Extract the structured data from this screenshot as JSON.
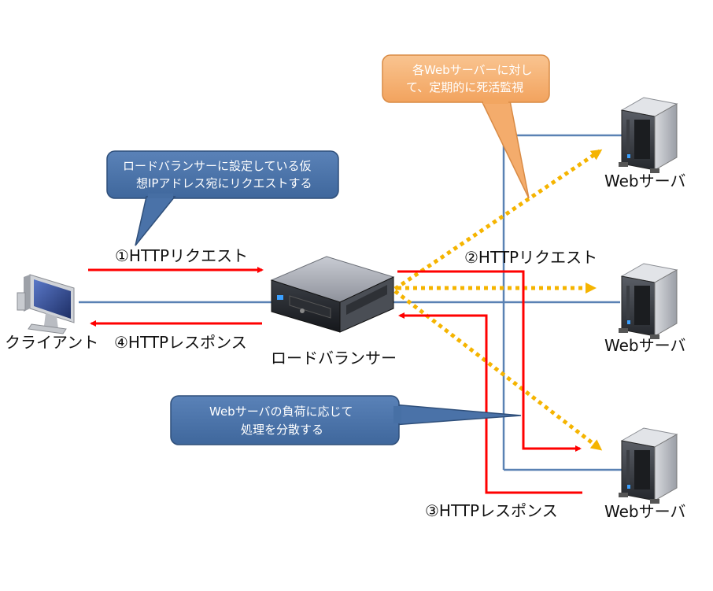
{
  "labels": {
    "client": "クライアント",
    "load_balancer": "ロードバランサー",
    "web_server": "Webサーバ",
    "step1": "①HTTPリクエスト",
    "step2": "②HTTPリクエスト",
    "step3": "③HTTPレスポンス",
    "step4": "④HTTPレスポンス"
  },
  "callouts": {
    "vip": [
      "ロードバランサーに設定している仮",
      "想IPアドレス宛にリクエストする"
    ],
    "health": [
      "各Webサーバーに対し",
      "て、定期的に死活監視"
    ],
    "distribute": [
      "Webサーバの負荷に応じて",
      "処理を分散する"
    ]
  },
  "colors": {
    "request_response_arrow": "#ff0000",
    "health_check_arrow": "#f5b400",
    "network_line": "#5a82b4",
    "callout_blue": "#4a72a8",
    "callout_orange": "#f6b072"
  }
}
